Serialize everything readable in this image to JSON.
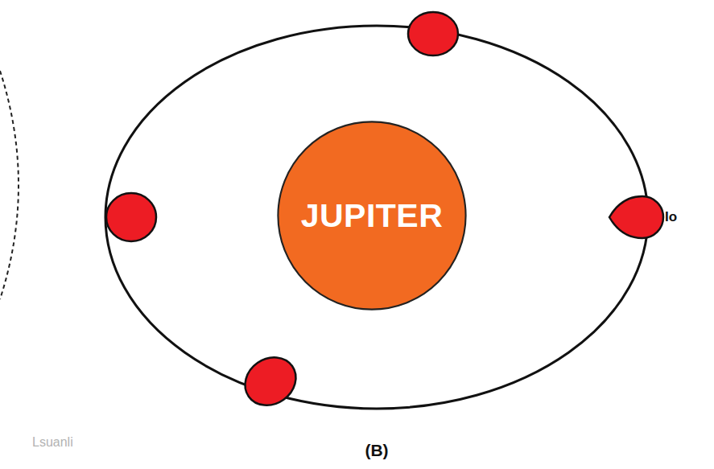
{
  "diagram": {
    "nodes": [
      {
        "text": [
          "JUPITER"
        ]
      }
    ],
    "labels": [
      "Io",
      "(B)",
      "Lsuanli"
    ]
  }
}
